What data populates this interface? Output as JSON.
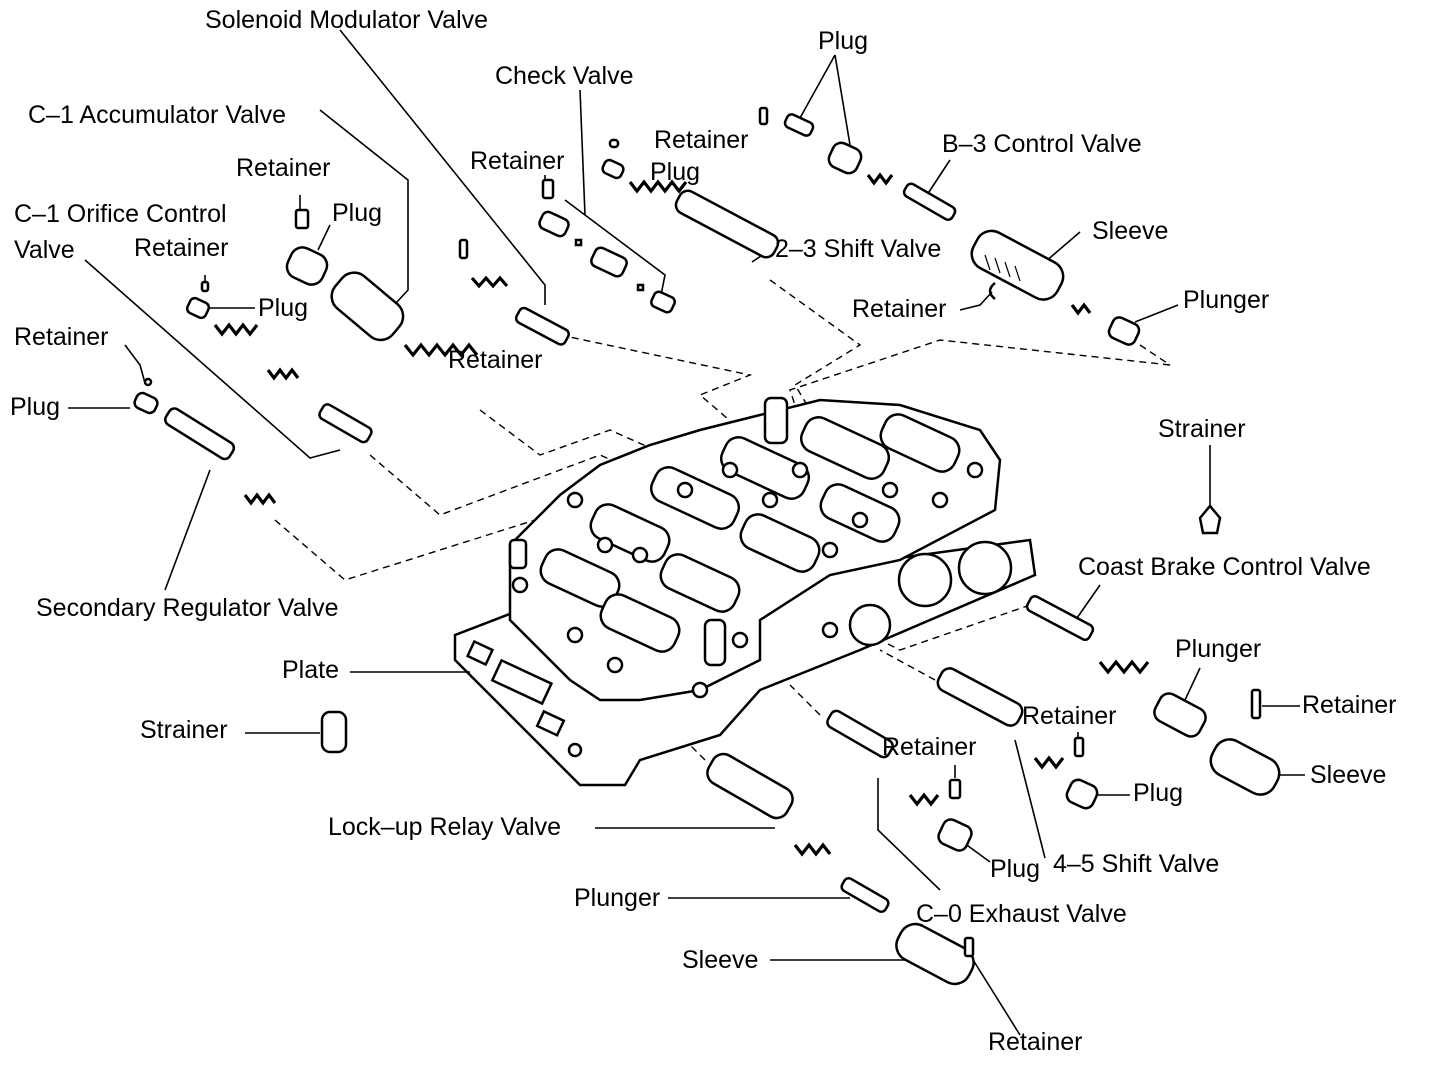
{
  "labels": {
    "solenoid_modulator_valve": "Solenoid Modulator Valve",
    "check_valve": "Check Valve",
    "plug_top": "Plug",
    "c1_accumulator_valve": "C–1 Accumulator Valve",
    "retainer_top_mid": "Retainer",
    "plug_top_mid": "Plug",
    "b3_control_valve": "B–3 Control Valve",
    "retainer_check": "Retainer",
    "retainer_accum": "Retainer",
    "plug_accum": "Plug",
    "c1_orifice_control_line1": "C–1 Orifice Control",
    "c1_orifice_control_line2": "Valve",
    "retainer_orifice": "Retainer",
    "plug_orifice": "Plug",
    "sleeve_b3": "Sleeve",
    "shift_23_valve": "2–3 Shift Valve",
    "retainer_b3": "Retainer",
    "plunger_b3": "Plunger",
    "retainer_left": "Retainer",
    "retainer_solenoid": "Retainer",
    "plug_left": "Plug",
    "strainer_right": "Strainer",
    "coast_brake_control_valve": "Coast Brake Control Valve",
    "secondary_regulator_valve": "Secondary Regulator Valve",
    "plunger_coast": "Plunger",
    "plate": "Plate",
    "retainer_coast": "Retainer",
    "retainer_45": "Retainer",
    "strainer_left": "Strainer",
    "retainer_c0": "Retainer",
    "sleeve_coast": "Sleeve",
    "plug_45": "Plug",
    "lockup_relay_valve": "Lock–up Relay Valve",
    "plug_c0": "Plug",
    "shift_45_valve": "4–5 Shift Valve",
    "plunger_lockup": "Plunger",
    "c0_exhaust_valve": "C–0 Exhaust Valve",
    "sleeve_lockup": "Sleeve",
    "retainer_bottom": "Retainer"
  }
}
